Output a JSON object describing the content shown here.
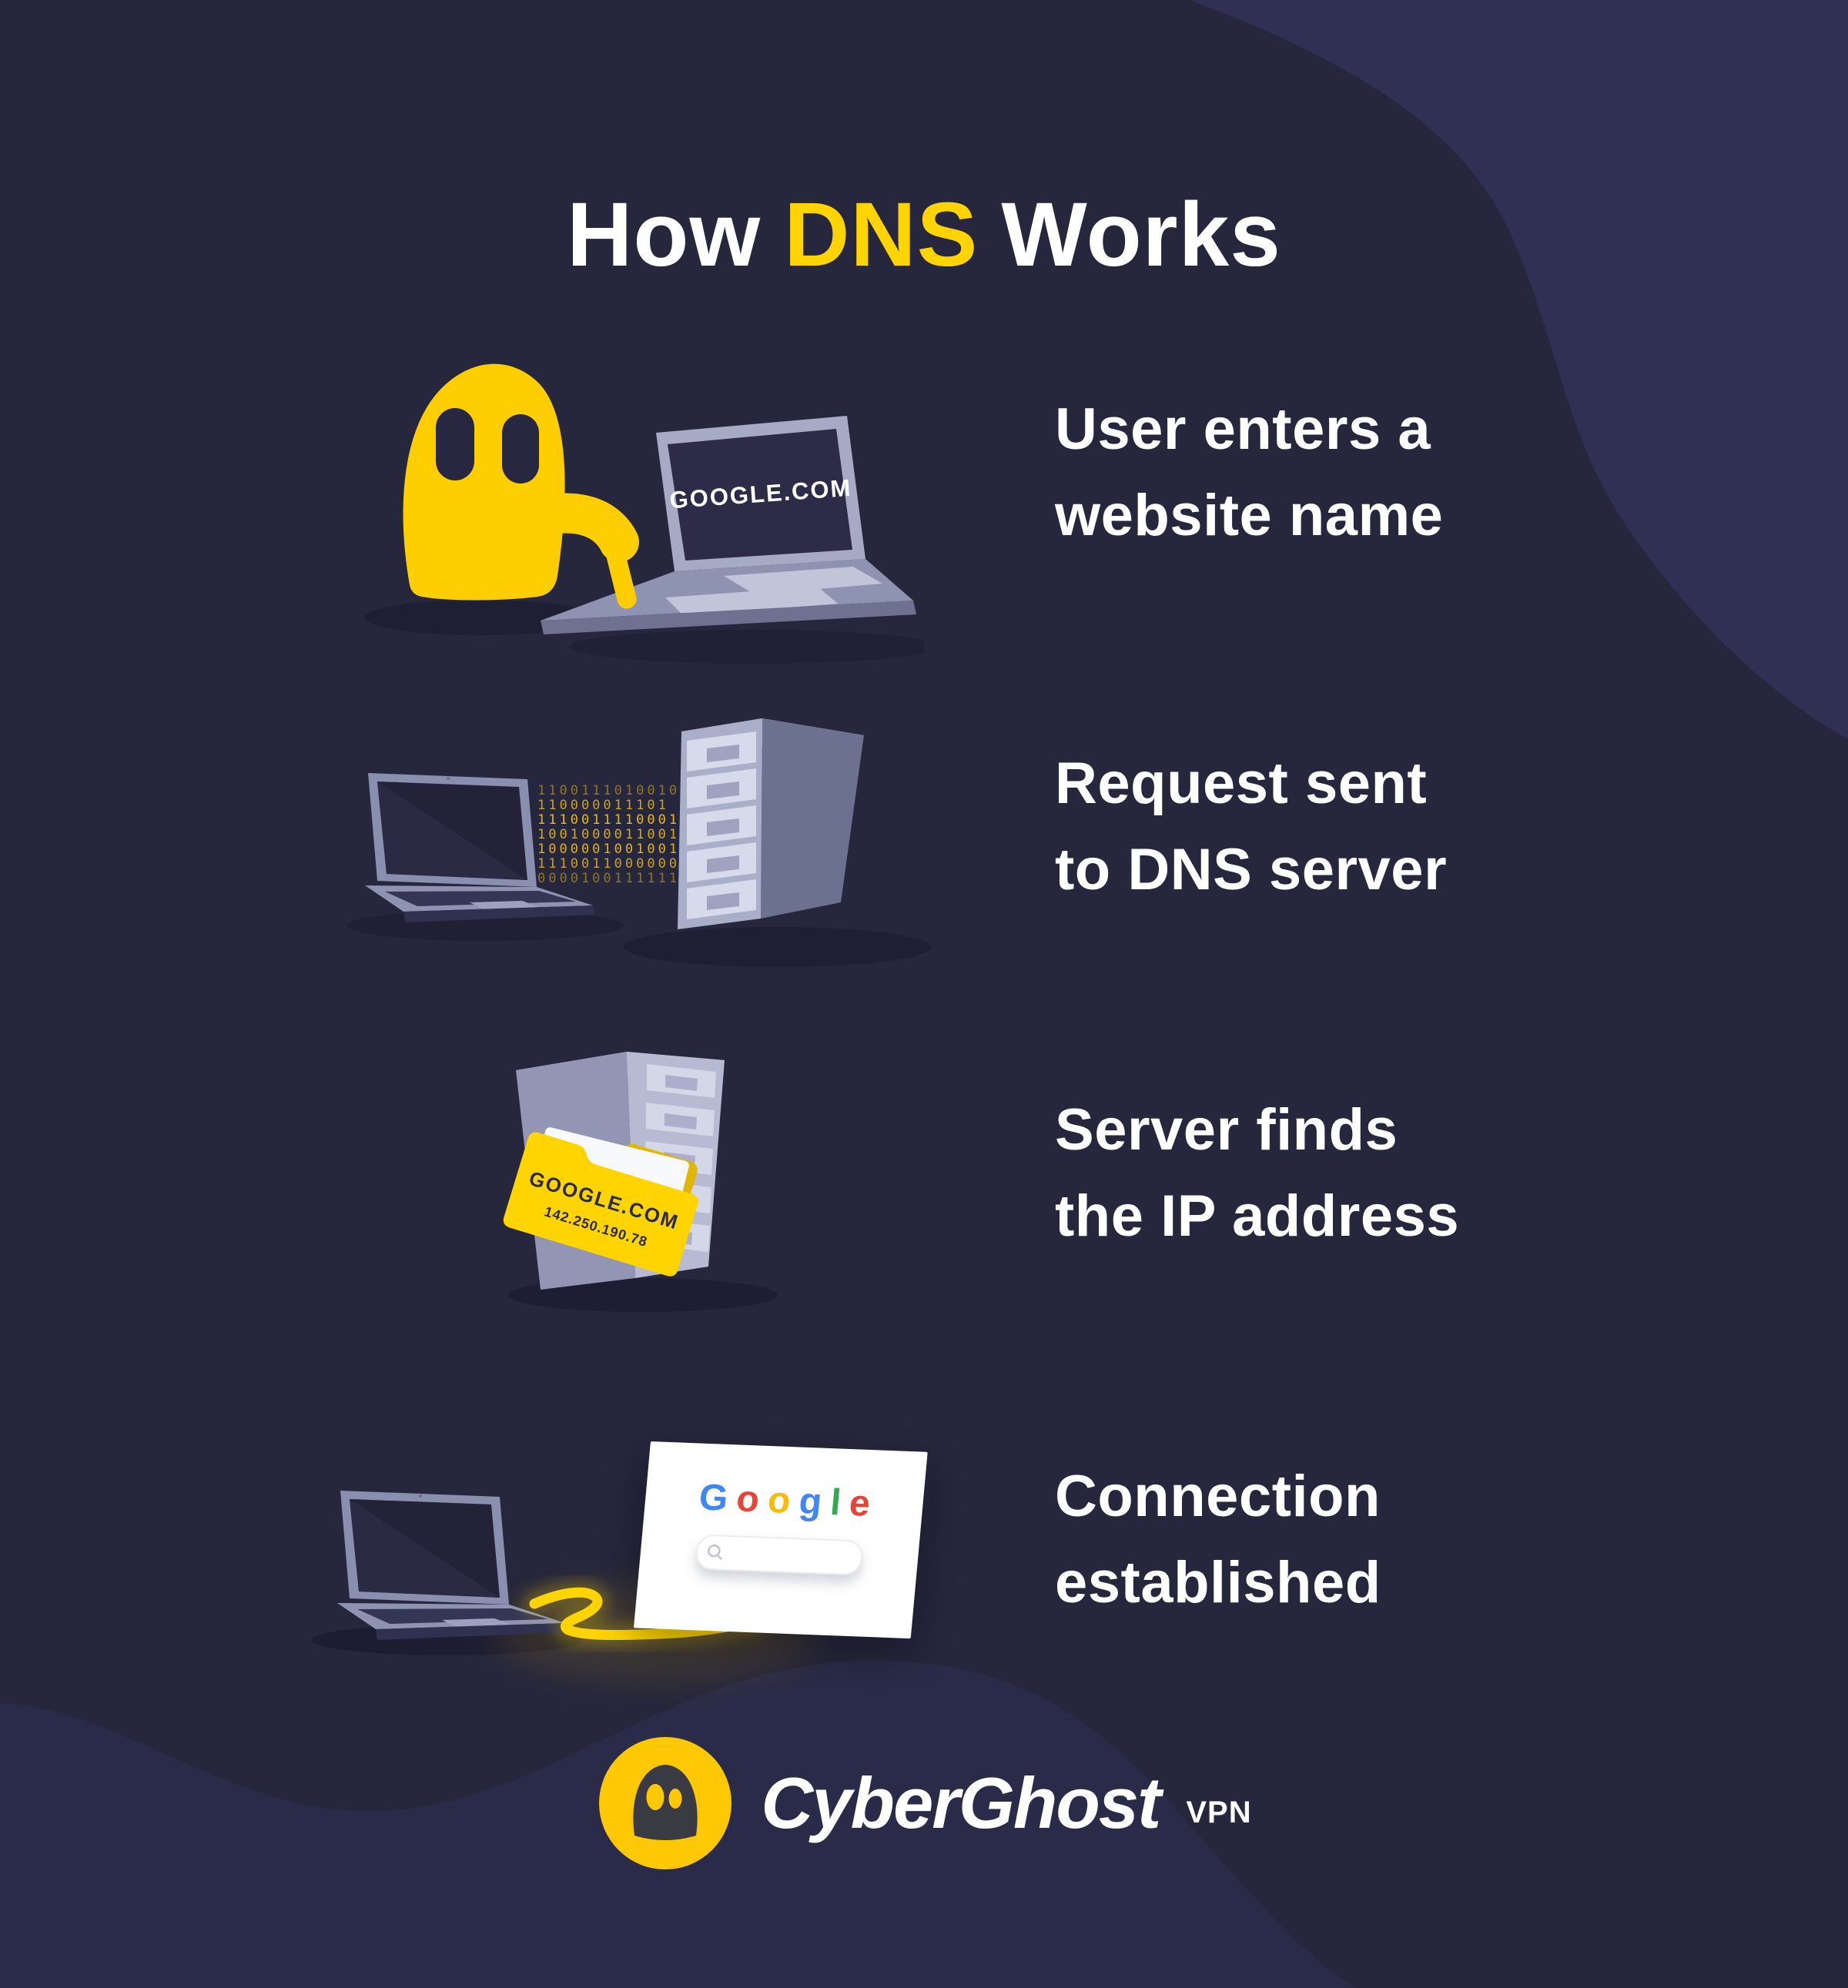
{
  "title": {
    "prefix": "How",
    "highlight": "DNS",
    "suffix": "Works"
  },
  "steps": [
    {
      "line1": "User enters a",
      "line2": "website name"
    },
    {
      "line1": "Request sent",
      "line2": "to DNS server"
    },
    {
      "line1": "Server finds",
      "line2": "the IP address"
    },
    {
      "line1": "Connection",
      "line2": "established"
    }
  ],
  "illustrations": {
    "step1": {
      "screen_text": "GOOGLE.COM"
    },
    "step2": {
      "binary_rows": [
        "1100111010010",
        "110000011101",
        "1110011110001",
        "1001000011001",
        "1000001001001",
        "1110011000000",
        "0000100111111"
      ]
    },
    "step3": {
      "folder_domain": "GOOGLE.COM",
      "folder_ip": "142.250.190.78"
    },
    "step4": {
      "google_letters": [
        {
          "ch": "G",
          "color": "#4285F4"
        },
        {
          "ch": "o",
          "color": "#EA4335"
        },
        {
          "ch": "o",
          "color": "#FBBC05"
        },
        {
          "ch": "g",
          "color": "#4285F4"
        },
        {
          "ch": "l",
          "color": "#34A853"
        },
        {
          "ch": "e",
          "color": "#EA4335"
        }
      ]
    }
  },
  "footer": {
    "brand": "CyberGhost",
    "suffix": "VPN"
  },
  "colors": {
    "background": "#26263C",
    "wave_top_right": "#2F3053",
    "wave_bottom": "#2A2B48",
    "accent_yellow": "#FFD400",
    "logo_yellow": "#FFC805",
    "text": "#FFFFFF",
    "dark_screen": "#2D2B47"
  }
}
